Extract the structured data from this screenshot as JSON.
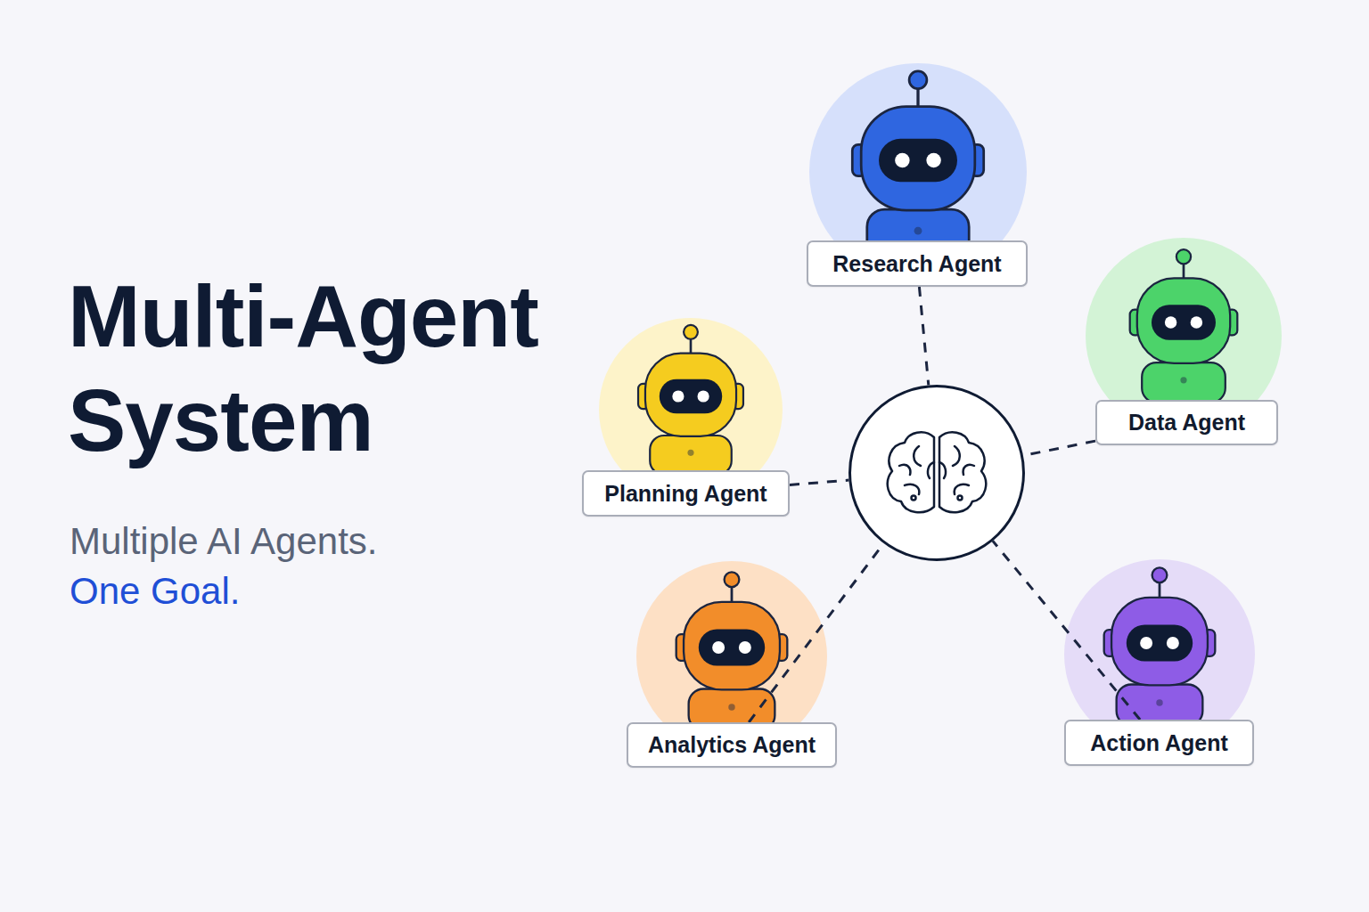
{
  "diagram": {
    "title": "Multi-Agent System",
    "nodes": [
      {
        "text": [
          "Research Agent"
        ]
      },
      {
        "text": [
          "Planning Agent"
        ]
      },
      {
        "text": []
      },
      {
        "text": [
          "Data Agent"
        ]
      },
      {
        "text": [
          "Analytics Agent"
        ]
      },
      {
        "text": [
          "Action Agent"
        ]
      }
    ],
    "edges": [
      {
        "from": 0,
        "to": 2,
        "arrow": "none"
      },
      {
        "from": 1,
        "to": 2,
        "arrow": "none"
      },
      {
        "from": 3,
        "to": 2,
        "arrow": "none"
      },
      {
        "from": 4,
        "to": 2,
        "arrow": "none"
      },
      {
        "from": 5,
        "to": 2,
        "arrow": "none"
      }
    ],
    "labels": [
      "Multiple AI Agents.",
      "One Goal."
    ]
  }
}
